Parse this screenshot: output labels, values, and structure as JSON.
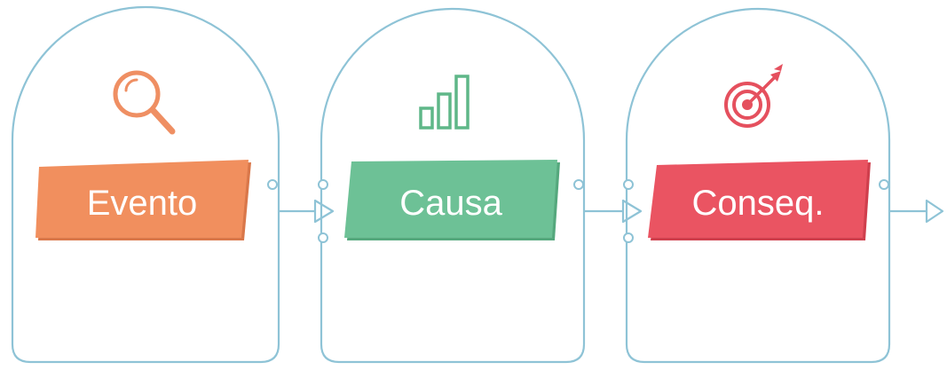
{
  "steps": [
    {
      "label": "Evento",
      "icon": "magnifier-icon",
      "color": "#f18f5e",
      "shadow": "#d9774a",
      "icon_color": "#ef8f63"
    },
    {
      "label": "Causa",
      "icon": "bar-chart-icon",
      "color": "#6dc196",
      "shadow": "#55a87d",
      "icon_color": "#5fb788"
    },
    {
      "label": "Conseq.",
      "icon": "target-icon",
      "color": "#ea5462",
      "shadow": "#cf3f4d",
      "icon_color": "#e5505e"
    }
  ],
  "outline_color": "#8ec3d6"
}
